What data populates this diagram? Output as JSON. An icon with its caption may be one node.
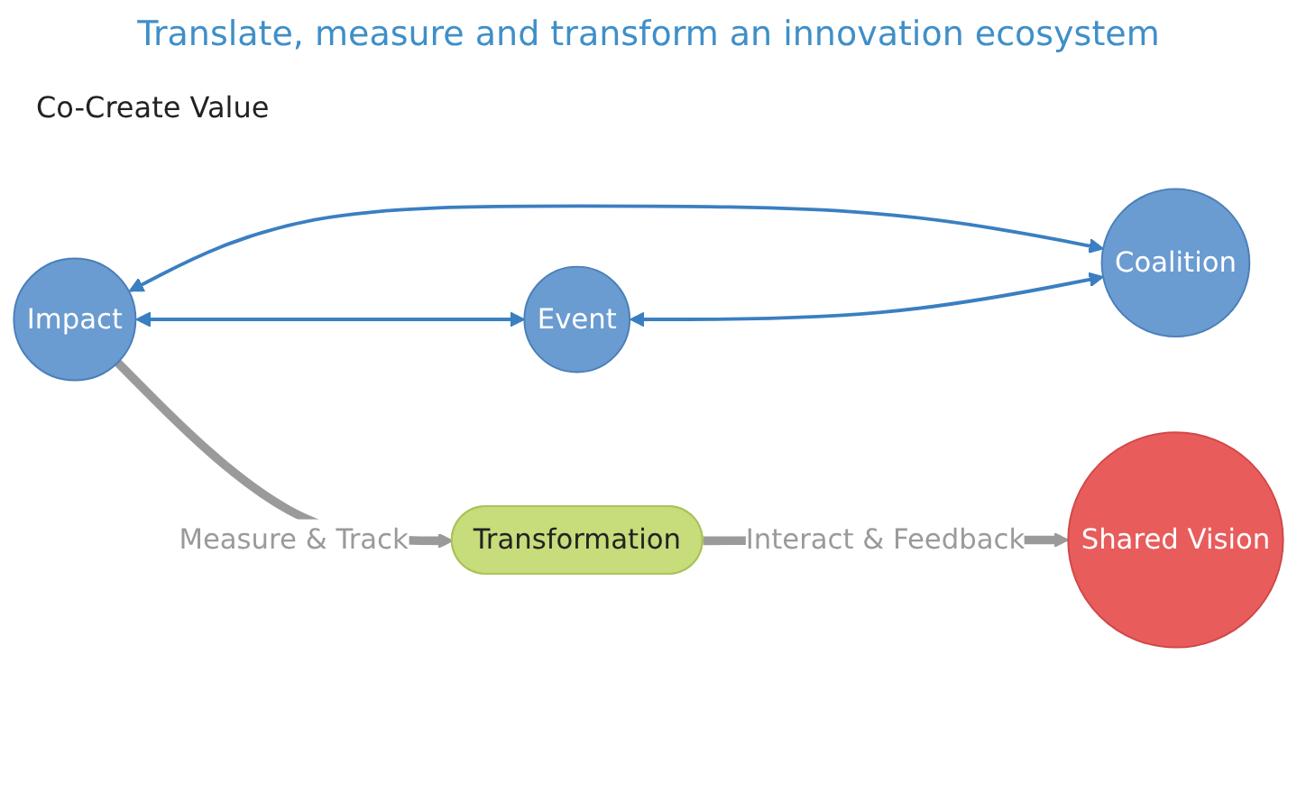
{
  "diagram": {
    "title": "Translate, measure and transform an innovation ecosystem",
    "nodes": [
      {
        "text": [
          "Impact"
        ]
      },
      {
        "text": [
          "Event"
        ]
      },
      {
        "text": [
          "Coalition"
        ]
      },
      {
        "text": [
          "Shared Vision"
        ]
      },
      {
        "text": [
          "Transformation"
        ]
      }
    ],
    "edges": [
      {
        "from": 0,
        "to": 1,
        "arrow": "both"
      },
      {
        "from": 0,
        "to": 2,
        "arrow": "both"
      },
      {
        "from": 1,
        "to": 2,
        "arrow": "both"
      },
      {
        "from": 0,
        "to": 4,
        "arrow": "to",
        "label": "Measure & Track",
        "style": "thick",
        "color": "#9a9a9a"
      },
      {
        "from": 4,
        "to": 3,
        "arrow": "to",
        "label": "Interact & Feedback",
        "style": "thick",
        "color": "#9a9a9a"
      }
    ],
    "labels": [
      "Co-Create Value"
    ]
  }
}
